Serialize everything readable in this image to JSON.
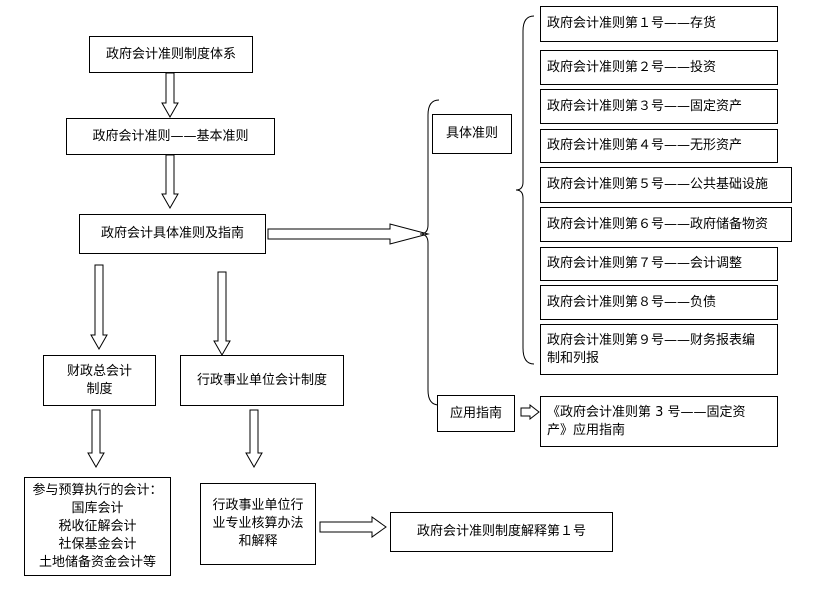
{
  "diagram": {
    "system_title": "政府会计准则制度体系",
    "basic_standard": "政府会计准则——基本准则",
    "specific_and_guidelines": "政府会计具体准则及指南",
    "finance_general_accounting": "财政总会计\n制度",
    "admin_unit_accounting": "行政事业单位会计制度",
    "budget_execution_accounting": "参与预算执行的会计：\n国库会计\n税收征解会计\n社保基金会计\n土地储备资金会计等",
    "industry_methods": "行政事业单位行\n业专业核算办法\n和解释",
    "interpretation_1": "政府会计准则制度解释第１号",
    "specific_standards_label": "具体准则",
    "application_guide_label": "应用指南",
    "application_guide_item": "《政府会计准则第 3 号——固定资\n产》应用指南",
    "specific_standards": [
      "政府会计准则第１号——存货",
      "政府会计准则第２号——投资",
      "政府会计准则第３号——固定资产",
      "政府会计准则第４号——无形资产",
      "政府会计准则第５号——公共基础设施",
      "政府会计准则第６号——政府储备物资",
      "政府会计准则第７号——会计调整",
      "政府会计准则第８号——负债",
      "政府会计准则第９号——财务报表编\n制和列报"
    ]
  }
}
